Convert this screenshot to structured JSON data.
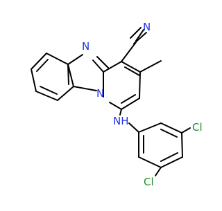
{
  "colors": {
    "background": "#ffffff",
    "carbon": "#000000",
    "nitrogen": "#1e32e6",
    "chlorine": "#1f8f2a"
  },
  "atoms": {
    "nitrile_n": "N",
    "imine_n": "N",
    "bridge_n": "N",
    "amine": "NH",
    "cl_top": "Cl",
    "cl_bottom": "Cl"
  }
}
